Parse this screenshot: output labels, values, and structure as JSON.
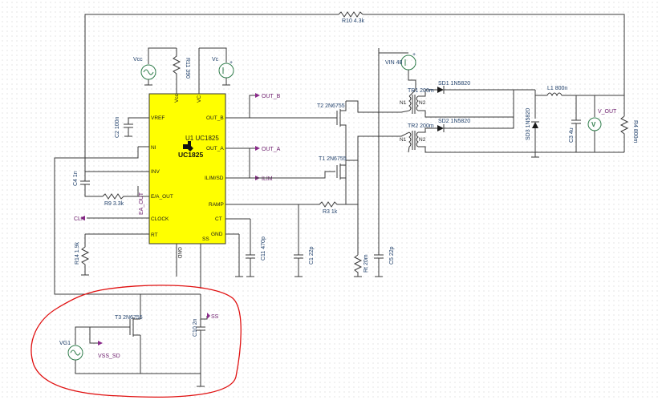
{
  "ic": {
    "name": "UC1825",
    "ref": "U1 UC1825",
    "pins_left": [
      "VREF",
      "NI",
      "INV",
      "E/A_OUT",
      "CLOCK",
      "RT"
    ],
    "pins_right": [
      "OUT_B",
      "OUT_A",
      "ILIM/SD",
      "RAMP",
      "CT",
      "GND"
    ],
    "pins_top": [
      "Vcc",
      "VC"
    ],
    "pins_bottom": [
      "GND",
      "SS"
    ]
  },
  "components": {
    "r10": "R10 4.3k",
    "r11": "R11 390",
    "vcc": "Vcc",
    "vc": "Vc",
    "c2": "C2 100n",
    "c4": "C4 1n",
    "r9": "R9 3.3k",
    "r14": "R14 1.9k",
    "c11": "C11 470p",
    "c1": "C1 22p",
    "r3": "R3 1k",
    "rt": "Rt 20m",
    "c5": "C5 22p",
    "vin": "VIN 48",
    "tr1": "TR1 200m",
    "tr2": "TR2 200m",
    "t2": "T2 2N6755",
    "t1": "T1 2N6755",
    "t3": "T3 2N6755",
    "sd1": "SD1 1N5820",
    "sd2": "SD2 1N5820",
    "sd3": "SD3 1N5820",
    "l1": "L1 800n",
    "c3": "C3 4u",
    "r4": "R4 800m",
    "vout": "V_OUT",
    "c10": "C10 2n",
    "vg1": "VG1",
    "n1": "N1",
    "n2": "N2",
    "n1b": "N1",
    "n2b": "N2"
  },
  "nets": {
    "out_b": "OUT_B",
    "out_a": "OUT_A",
    "ilim": "ILIM",
    "clk": "CLK",
    "ea_out": "EA_OUT",
    "ss": "SS",
    "vss_sd": "VSS_SD"
  },
  "colors": {
    "ic_fill": "#ffff00",
    "wire": "#3a3a3a",
    "label": "#1f3f6a",
    "net": "#6b1a6b",
    "highlight": "#e01010",
    "source": "#2f7d4b"
  }
}
